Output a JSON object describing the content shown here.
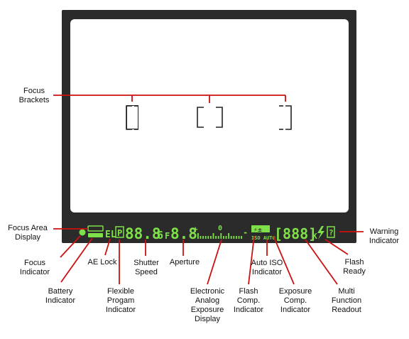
{
  "labels": {
    "focus_brackets": "Focus\nBrackets",
    "focus_area_display": "Focus Area\nDisplay",
    "focus_indicator": "Focus\nIndicator",
    "battery_indicator": "Battery\nIndicator",
    "ae_lock": "AE Lock",
    "flexible_program_indicator": "Flexible\nProgam\nIndicator",
    "shutter_speed": "Shutter\nSpeed",
    "aperture": "Aperture",
    "exposure_display": "Electronic\nAnalog\nExposure\nDisplay",
    "flash_comp_indicator": "Flash\nComp.\nIndicator",
    "auto_iso_indicator": "Auto ISO\nIndicator",
    "exposure_comp_indicator": "Exposure\nComp.\nIndicator",
    "multi_function_readout": "Multi\nFunction\nReadout",
    "flash_ready": "Flash\nReady",
    "warning_indicator": "Warning\nIndicator"
  },
  "lcd": {
    "ae_lock": "EL",
    "program": "P",
    "shutter": "88.8",
    "shutter_suffix": "6",
    "aperture_prefix": "F",
    "aperture": "8.8",
    "exposure_plus": "+",
    "exposure_zero": "0",
    "exposure_minus": "-",
    "iso_auto": "ISO AUTO",
    "readout": "[888]",
    "k": "K",
    "warning": "?"
  },
  "colors": {
    "lcd_green": "#7fe04a",
    "callout_red": "#cc1111",
    "frame": "#2b2b2b"
  }
}
